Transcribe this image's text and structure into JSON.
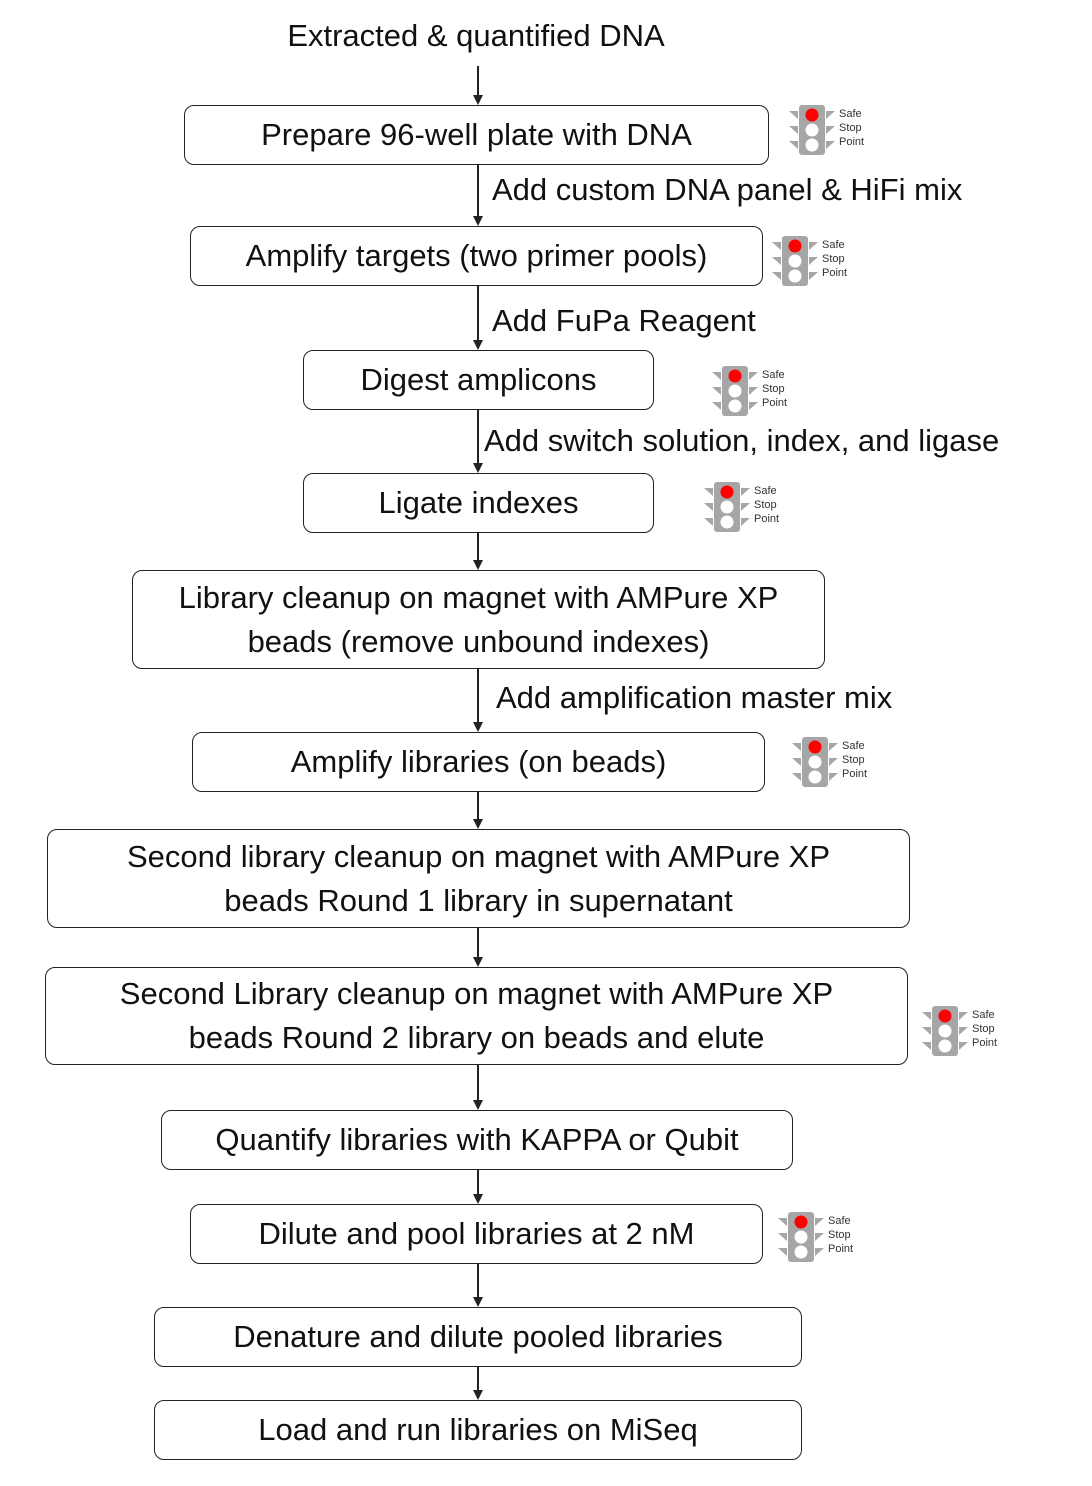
{
  "title": "Extracted & quantified DNA",
  "steps": [
    {
      "text": "Prepare 96-well plate with DNA",
      "safe_stop": true
    },
    {
      "text": "Amplify targets (two primer pools)",
      "safe_stop": true
    },
    {
      "text": "Digest amplicons",
      "safe_stop": true
    },
    {
      "text": "Ligate indexes",
      "safe_stop": true
    },
    {
      "text": "Library cleanup on magnet with AMPure XP beads (remove unbound indexes)",
      "safe_stop": false
    },
    {
      "text": "Amplify libraries (on beads)",
      "safe_stop": true
    },
    {
      "text": "Second library cleanup on magnet with AMPure XP beads Round 1 library in supernatant",
      "safe_stop": false
    },
    {
      "text": "Second Library cleanup on magnet with AMPure XP beads Round 2 library on beads and elute",
      "safe_stop": true
    },
    {
      "text": "Quantify libraries with KAPPA or Qubit",
      "safe_stop": false
    },
    {
      "text": "Dilute and pool libraries at 2 nM",
      "safe_stop": true
    },
    {
      "text": "Denature and dilute pooled libraries",
      "safe_stop": false
    },
    {
      "text": "Load and run libraries on MiSeq",
      "safe_stop": false
    }
  ],
  "transitions": [
    {
      "after_step": 1,
      "text": "Add custom DNA panel & HiFi mix"
    },
    {
      "after_step": 2,
      "text": "Add FuPa Reagent"
    },
    {
      "after_step": 3,
      "text": "Add switch solution, index, and ligase"
    },
    {
      "after_step": 5,
      "text": "Add amplification master mix"
    }
  ],
  "safe_stop_icon": {
    "icon": "traffic-light-icon",
    "lines": [
      "Safe",
      "Stop",
      "Point"
    ],
    "light_color": "#ff0000",
    "body_color": "#a6a6a6"
  }
}
